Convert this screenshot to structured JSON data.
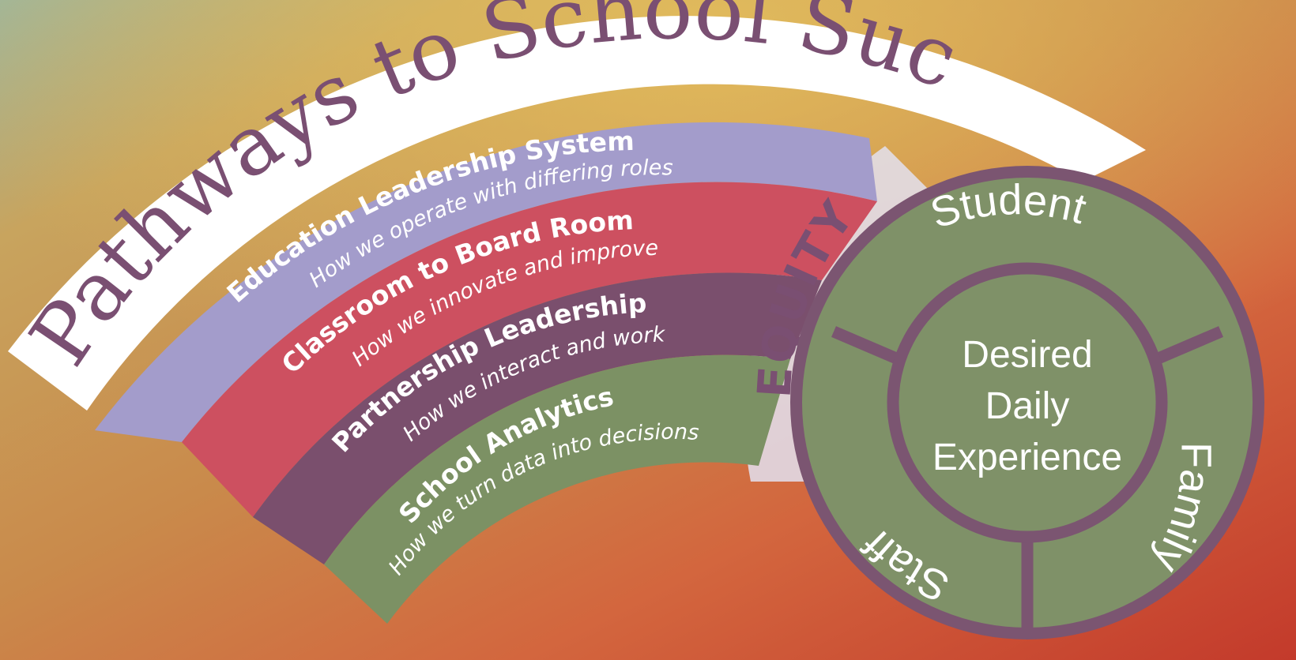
{
  "title": "Pathways to School Success",
  "bands": [
    {
      "title": "Education Leadership System",
      "subtitle": "How we operate with differing roles",
      "color": "#a39ccb"
    },
    {
      "title": "Classroom to Board Room",
      "subtitle": "How we innovate and improve",
      "color": "#cd5060"
    },
    {
      "title": "Partnership Leadership",
      "subtitle": "How we interact and work",
      "color": "#7a4f6d"
    },
    {
      "title": "School Analytics",
      "subtitle": "How we turn data into decisions",
      "color": "#7c9164"
    }
  ],
  "equity": {
    "label": "EQUITY"
  },
  "wheel": {
    "segments": [
      "Student",
      "Family",
      "Staff"
    ],
    "center": [
      "Desired",
      "Daily",
      "Experience"
    ],
    "fill_color": "#7f9168",
    "ring_color": "#7b5571"
  },
  "colors": {
    "title_text": "#7a4f72",
    "title_band": "#ffffff",
    "equity_band": "#e3e1f0"
  }
}
